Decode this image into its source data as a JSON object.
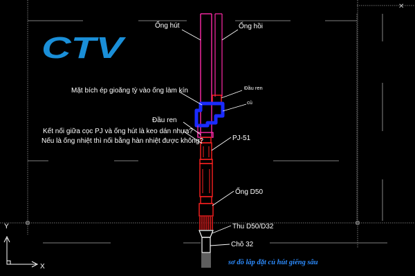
{
  "window": {
    "close_glyph": "✕"
  },
  "logo": {
    "text": "CTV",
    "color": "#1a8fd8"
  },
  "labels": {
    "suction_pipe": "Ống hút",
    "return_pipe": "Ống hồi",
    "flange_note": "Mặt bích ép gioăng tỳ vào ống làm kín",
    "thread_head_small": "Đầu ren",
    "elbow": "củ",
    "thread_head": "Đầu ren",
    "question_line1": "Kết nối giữa cọc PJ và ống hút là keo dán nhựa?",
    "question_line2": "Nếu là ống nhiệt thì nối bằng hàn nhiệt được không?",
    "pj": "PJ-51",
    "pipe_d50": "Ống D50",
    "reducer": "Thu D50/D32",
    "foot": "Chõ 32"
  },
  "caption": "sơ đồ lắp đặt củ hút giếng sâu",
  "axes": {
    "y": "Y",
    "x": "X"
  },
  "colors": {
    "magenta": "#ff2aa8",
    "red": "#ff2020",
    "blue": "#1a2bff",
    "grid": "#9a9a9a",
    "leader": "#ffffff",
    "caption": "#2c8cff"
  }
}
